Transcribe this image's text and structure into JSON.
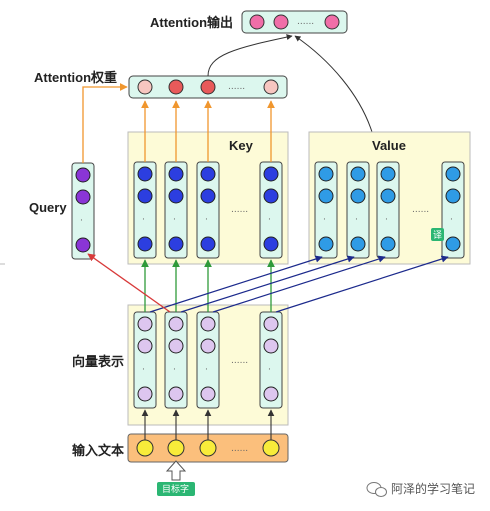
{
  "labels": {
    "attention_output": "Attention输出",
    "attention_weights": "Attention权重",
    "query": "Query",
    "key": "Key",
    "value": "Value",
    "vector_repr": "向量表示",
    "input_text": "输入文本",
    "target_word": "目标字",
    "translate_badge": "译",
    "watermark": "阿泽的学习笔记",
    "ellipsis": "......",
    "vdots": "·  ·  ·"
  },
  "colors": {
    "output_node": "#f06ea8",
    "weight_pink": "#f7c6c0",
    "weight_red": "#e85a5a",
    "query_node": "#8a35d6",
    "key_node": "#2c3ee0",
    "value_node": "#2f9be6",
    "vector_node": "#ddc6ef",
    "input_node": "#f8ec3a",
    "box_cream": "#fdfbd7",
    "box_mint": "#dcf7ee",
    "input_bar": "#fbbf7c",
    "arrow_orange": "#f0962e",
    "arrow_green": "#2f9a3a",
    "arrow_navy": "#1c2a8c",
    "arrow_red": "#d83a3a",
    "arrow_dark": "#333333",
    "badge_green": "#2bb673"
  },
  "icons": [
    "up-arrow-outline-icon",
    "wechat-icon"
  ]
}
